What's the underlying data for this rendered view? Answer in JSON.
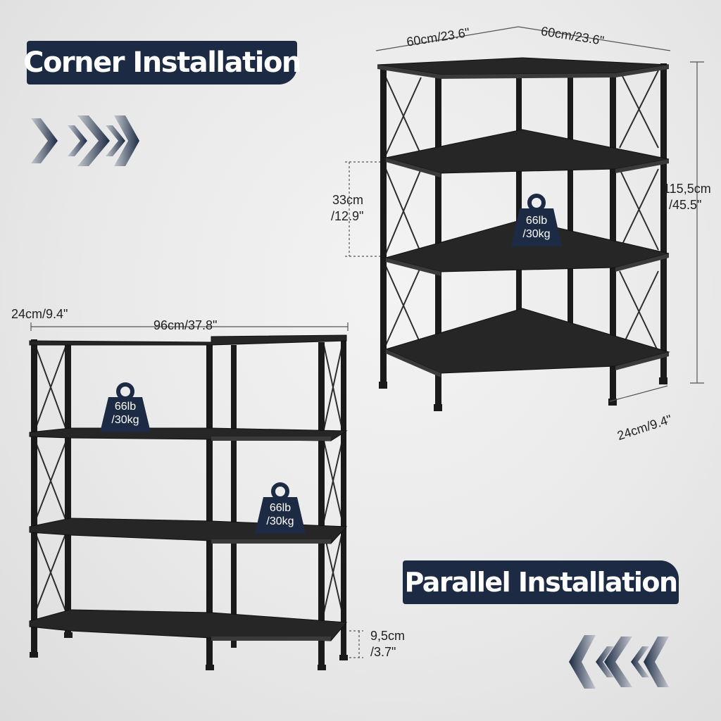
{
  "banners": {
    "corner": "Corner Installation",
    "parallel": "Parallel Installation"
  },
  "corner": {
    "width_left": "60cm/23.6\"",
    "width_right": "60cm/23.6\"",
    "height_cm": "115,5cm",
    "height_in": "/45.5\"",
    "shelf_gap_cm": "33cm",
    "shelf_gap_in": "/12.9\"",
    "depth": "24cm/9.4\"",
    "load_lb": "66lb",
    "load_kg": "/30kg"
  },
  "parallel": {
    "depth": "24cm/9.4\"",
    "width": "96cm/37.8\"",
    "clearance_cm": "9,5cm",
    "clearance_in": "/3.7\"",
    "load1_lb": "66lb",
    "load1_kg": "/30kg",
    "load2_lb": "66lb",
    "load2_kg": "/30kg"
  },
  "colors": {
    "banner": "#1d2a44",
    "frame": "#1a1a1a",
    "shelf": "#262626",
    "arrow_dark": "#1d2a44",
    "arrow_light": "#b8bcc4"
  },
  "icons": [
    "chevron-right-icon",
    "chevron-left-icon",
    "weight-icon"
  ]
}
